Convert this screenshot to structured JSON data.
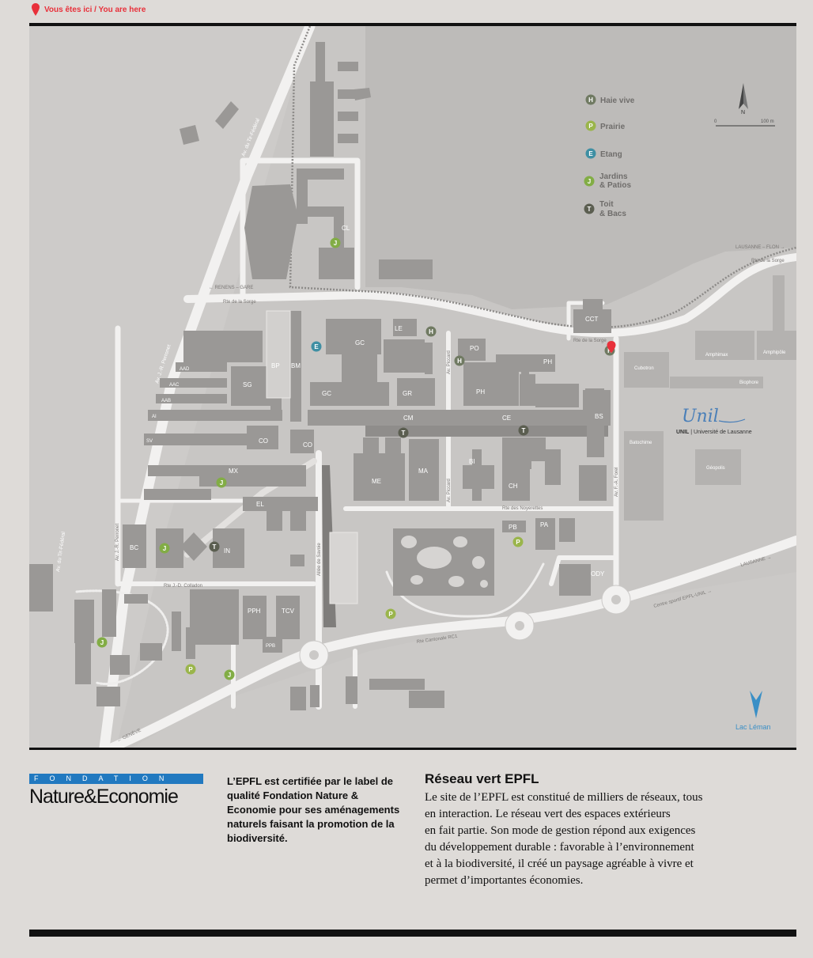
{
  "header": {
    "you_are_here": "Vous êtes ici  /  You are here"
  },
  "colors": {
    "haie_vive": "#707a62",
    "prairie": "#9ab54b",
    "etang": "#3f8fa3",
    "jardins": "#82ad45",
    "toit": "#5b5e50",
    "accent_red": "#e8303a",
    "fondation_blue": "#2179c0",
    "lake_blue": "#3a8fc6"
  },
  "map": {
    "legend": [
      {
        "letter": "H",
        "label": "Haie vive",
        "color_key": "haie_vive"
      },
      {
        "letter": "P",
        "label": "Prairie",
        "color_key": "prairie"
      },
      {
        "letter": "E",
        "label": "Etang",
        "color_key": "etang"
      },
      {
        "letter": "J",
        "label": "Jardins",
        "label2": "& Patios",
        "color_key": "jardins"
      },
      {
        "letter": "T",
        "label": "Toit",
        "label2": "& Bacs",
        "color_key": "toit"
      }
    ],
    "north_label": "N",
    "scale": {
      "zero": "0",
      "max": "100 m"
    },
    "roads": {
      "av_tir_federal_top": "Av. du Tir-Fédéral",
      "av_tir_federal_bottom": "Av. du Tir-Fédéral",
      "renens_gare": "← RENENS – GARE",
      "rte_sorge_left": "Rte de la Sorge",
      "rte_sorge_right": "Rte de la Sorge",
      "rte_sorge_mid": "Rte de la Sorge",
      "lausanne_flon": "LAUSANNE – FLON →",
      "av_perronet_top": "Av. J.-R. Perronet",
      "av_perronet_bottom": "Av. J.-R. Perronet",
      "av_piccard_top": "Av. Piccard",
      "av_piccard_bottom": "Av. Piccard",
      "av_forel": "Av. F.-A. Forel",
      "rte_noyerettes": "Rte des Noyerettes",
      "allee_savoie": "Allée de Savoie",
      "rte_colladon": "Rte J.-D. Colladon",
      "rte_cantonale": "Rte Cantonale RC1",
      "lausanne_east": "LAUSANNE →",
      "centre_sportif": "Centre sportif EPFL-UNIL →",
      "geneve": "← GENÈVE"
    },
    "buildings": {
      "CL": "CL",
      "GC1": "GC",
      "GC2": "GC",
      "LE": "LE",
      "GR": "GR",
      "PO": "PO",
      "PH1": "PH",
      "PH2": "PH",
      "CCT": "CCT",
      "BP": "BP",
      "BM": "BM",
      "SG": "SG",
      "AAD": "AAD",
      "AAC": "AAC",
      "AAB": "AAB",
      "AI": "AI",
      "SV": "SV",
      "CO1": "CO",
      "CO2": "CO",
      "CM": "CM",
      "CE": "CE",
      "BS": "BS",
      "MX": "MX",
      "EL": "EL",
      "ME": "ME",
      "MA": "MA",
      "BI": "BI",
      "CH": "CH",
      "BC": "BC",
      "IN": "IN",
      "PB": "PB",
      "PA": "PA",
      "ODY": "ODY",
      "PPH": "PPH",
      "TCV": "TCV",
      "PPB": "PPB"
    },
    "unil": {
      "buildings": {
        "amphimax": "Amphimax",
        "amphipole": "Amphipôle",
        "cubotron": "Cubotron",
        "biophore": "Biophore",
        "batochime": "Batochime",
        "geopolis": "Géopolis"
      },
      "logo_script": "Unil",
      "caption_bold": "UNIL",
      "caption": " | Université de Lausanne"
    },
    "lake_label": "Lac Léman"
  },
  "footer": {
    "fondation_band": "FONDATION",
    "fondation_name": "Nature&Economie",
    "certification": "L’EPFL est  certifiée par le label de qualité Fondation Nature & Economie pour ses aménagements naturels faisant la promotion de la biodiversité.",
    "reseau_title": "Réseau vert EPFL",
    "reseau_text": "Le site de l’EPFL est constitué de milliers de réseaux, tous\nen interaction. Le réseau vert des espaces extérieurs\nen fait partie. Son mode de gestion répond aux exigences\ndu développement durable : favorable à l’environnement\net à la biodiversité, il créé un paysage agréable à vivre et\npermet d’importantes économies."
  }
}
